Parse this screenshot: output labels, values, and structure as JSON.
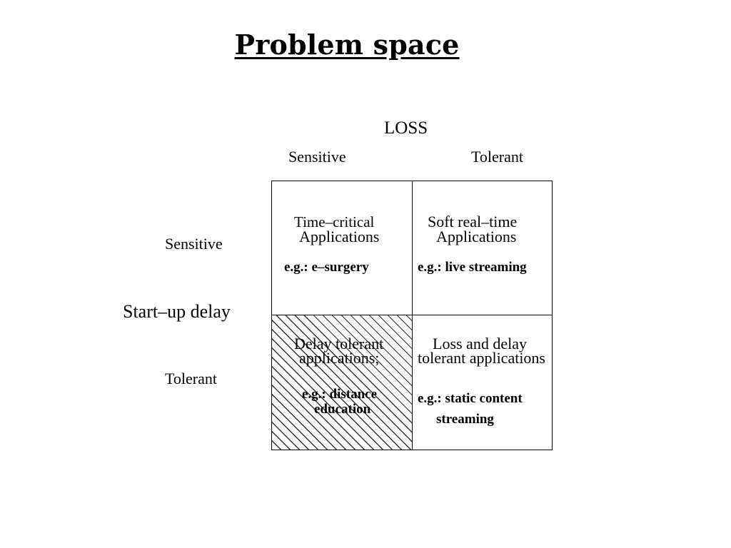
{
  "title": "Problem space",
  "loss_axis": {
    "label": "LOSS",
    "sensitive": "Sensitive",
    "tolerant": "Tolerant"
  },
  "delay_axis": {
    "label": "Start–up delay",
    "sensitive": "Sensitive",
    "tolerant": "Tolerant"
  },
  "cells": {
    "top_left": {
      "line1": "Time–critical",
      "line2": "Applications",
      "example_prefix": "e.g.:",
      "example": "e–surgery"
    },
    "top_right": {
      "line1": "Soft real–time",
      "line2": "Applications",
      "example_prefix": "e.g.:",
      "example": "live streaming"
    },
    "bottom_left": {
      "line1": "Delay tolerant",
      "line2": "applications;",
      "example_prefix": "e.g.:",
      "example_line1": "distance",
      "example_line2": "education"
    },
    "bottom_right": {
      "line1": "Loss and delay",
      "line2": "tolerant applications",
      "example_prefix": "e.g.:",
      "example_line1": "static content",
      "example_line2": "streaming"
    }
  }
}
